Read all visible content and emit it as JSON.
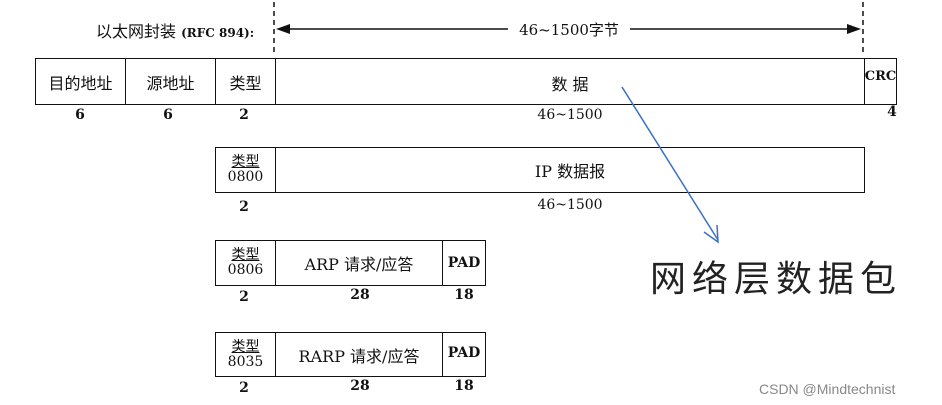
{
  "header": {
    "title": "以太网封装",
    "rfc": "(RFC 894):",
    "span_label": "46~1500字节"
  },
  "frame": {
    "fields": [
      {
        "label": "目的地址",
        "size": "6"
      },
      {
        "label": "源地址",
        "size": "6"
      },
      {
        "label": "类型",
        "size": "2"
      },
      {
        "label": "数 据",
        "size": "46~1500"
      },
      {
        "label": "CRC",
        "size": "4"
      }
    ]
  },
  "ip_packet": {
    "type_label": "类型",
    "type_code": "0800",
    "type_size": "2",
    "payload_label": "IP 数据报",
    "payload_size": "46~1500"
  },
  "arp_packet": {
    "type_label": "类型",
    "type_code": "0806",
    "type_size": "2",
    "payload_label": "ARP 请求/应答",
    "payload_size": "28",
    "pad_label": "PAD",
    "pad_size": "18"
  },
  "rarp_packet": {
    "type_label": "类型",
    "type_code": "8035",
    "type_size": "2",
    "payload_label": "RARP 请求/应答",
    "payload_size": "28",
    "pad_label": "PAD",
    "pad_size": "18"
  },
  "annotation": {
    "text": "网络层数据包",
    "arrow_color": "#3a6fc4"
  },
  "watermark": "CSDN @Mindtechnist"
}
